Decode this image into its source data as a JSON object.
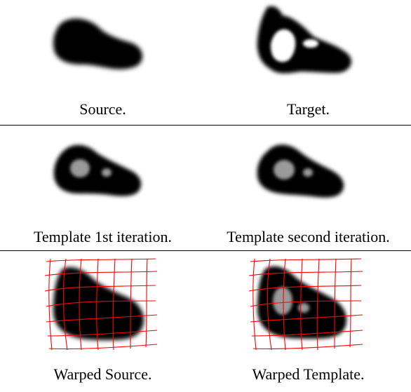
{
  "figure": {
    "panels": [
      {
        "id": "source",
        "caption": "Source."
      },
      {
        "id": "target",
        "caption": "Target."
      },
      {
        "id": "template-1",
        "caption": "Template 1st iteration."
      },
      {
        "id": "template-2",
        "caption": "Template second iteration."
      },
      {
        "id": "warped-source",
        "caption": "Warped Source."
      },
      {
        "id": "warped-template",
        "caption": "Warped Template."
      }
    ],
    "colors": {
      "blob": "#000000",
      "template_core": "#9a9a9a",
      "grid": "#ff0000",
      "background": "#ffffff"
    }
  }
}
